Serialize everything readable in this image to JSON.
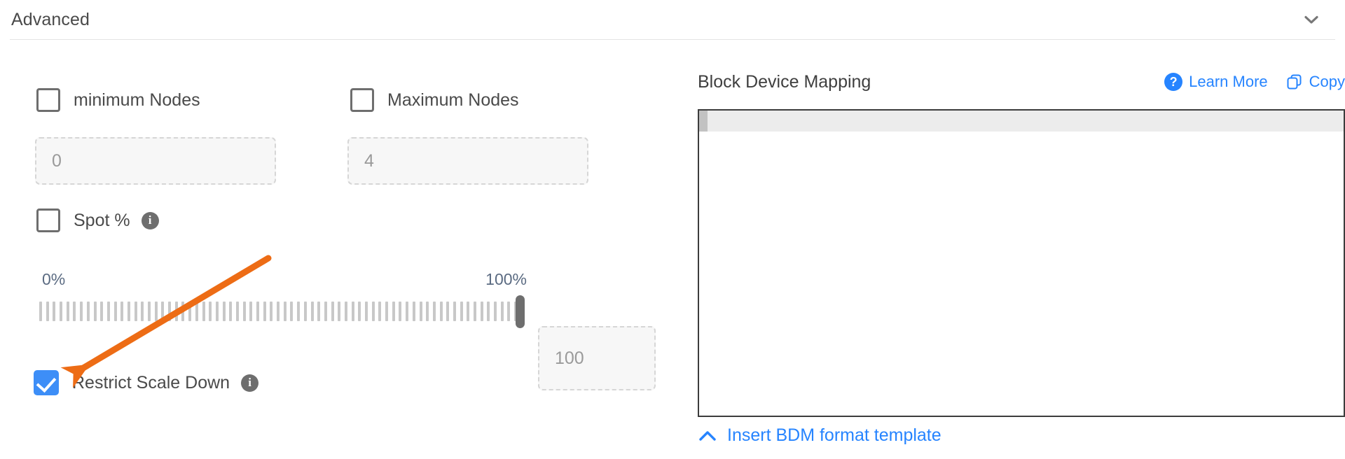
{
  "header": {
    "title": "Advanced",
    "collapse_icon": "chevron-down-icon"
  },
  "left_panel": {
    "min_nodes": {
      "label": "minimum Nodes",
      "checked": false,
      "input_placeholder": "0",
      "input_value": ""
    },
    "max_nodes": {
      "label": "Maximum Nodes",
      "checked": false,
      "input_placeholder": "4",
      "input_value": ""
    },
    "spot": {
      "label": "Spot %",
      "checked": false,
      "info_icon": "info-icon",
      "info_glyph": "i"
    },
    "slider": {
      "min_label": "0%",
      "max_label": "100%",
      "value": 100,
      "tick_count": 72,
      "value_input_placeholder": "100",
      "value_input_value": ""
    },
    "restrict_scale_down": {
      "label": "Restrict Scale Down",
      "checked": true,
      "info_icon": "info-icon",
      "info_glyph": "i"
    }
  },
  "right_panel": {
    "title": "Block Device Mapping",
    "learn_more": {
      "label": "Learn More",
      "icon": "question-circle-icon",
      "icon_glyph": "?"
    },
    "copy": {
      "label": "Copy",
      "icon": "copy-icon"
    },
    "editor": {
      "content": "",
      "active_line": 1
    },
    "insert_template": {
      "label": "Insert BDM format template",
      "icon": "chevron-up-icon"
    }
  },
  "annotation": {
    "type": "arrow",
    "color": "#ED6C15",
    "points_to": "restrict-scale-down-checkbox"
  },
  "colors": {
    "accent_blue": "#2684ff",
    "checkbox_blue": "#3d8ef7",
    "annotation_orange": "#ED6C15",
    "text_primary": "#4a4a4a",
    "slider_label": "#5b6b82"
  }
}
